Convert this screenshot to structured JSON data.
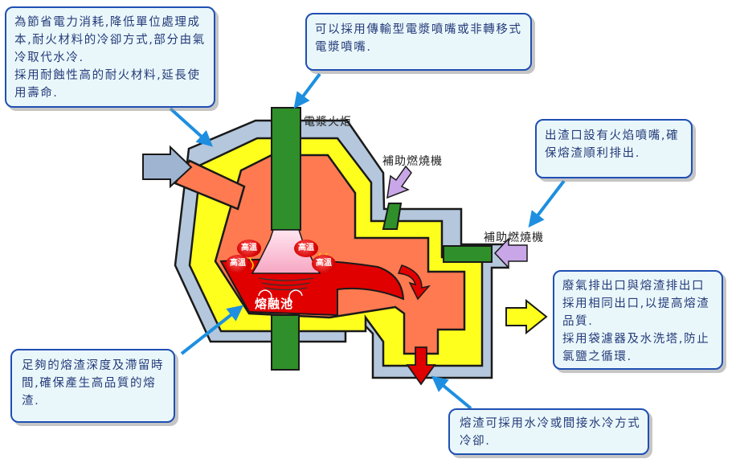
{
  "callouts": {
    "top_left": [
      "為節省電力消耗,降低單位處理成本,耐火材料的冷卻方式,部分由氣冷取代水冷.",
      "採用耐蝕性高的耐火材料,延長使用壽命."
    ],
    "top_center": [
      "可以採用傳輸型電漿噴嘴或非轉移式電漿噴嘴."
    ],
    "right_top": [
      "出渣口設有火焰噴嘴,確保熔渣順利排出."
    ],
    "right_middle": [
      "廢氣排出口與熔渣排出口採用相同出口,以提高熔渣品質.",
      "採用袋濾器及水洗塔,防止氯鹽之循環."
    ],
    "bottom_left": [
      "足夠的熔渣深度及滯留時間,確保產生高品質的熔渣."
    ],
    "bottom_right": [
      "熔渣可採用水冷或間接水冷方式冷卻."
    ]
  },
  "labels": {
    "plasma_torch": "電漿火炬",
    "aux_burner_top": "補助燃燒機",
    "aux_burner_right": "補助燃燒機",
    "hot": "高溫",
    "melt_pool": "熔融池"
  },
  "colors": {
    "callout_bg": "#eaf7fa",
    "callout_border": "#1f4fb3",
    "outer_shell": "#b4c7dc",
    "refractory": "#ffff1e",
    "chamber": "#ff7a50",
    "torch": "#2f8f2a",
    "molten": "#e00000",
    "pointer": "#1e8fe0",
    "inlet_arrow": "#9fb4d0",
    "burner_arrow": "#c9a6e8"
  }
}
